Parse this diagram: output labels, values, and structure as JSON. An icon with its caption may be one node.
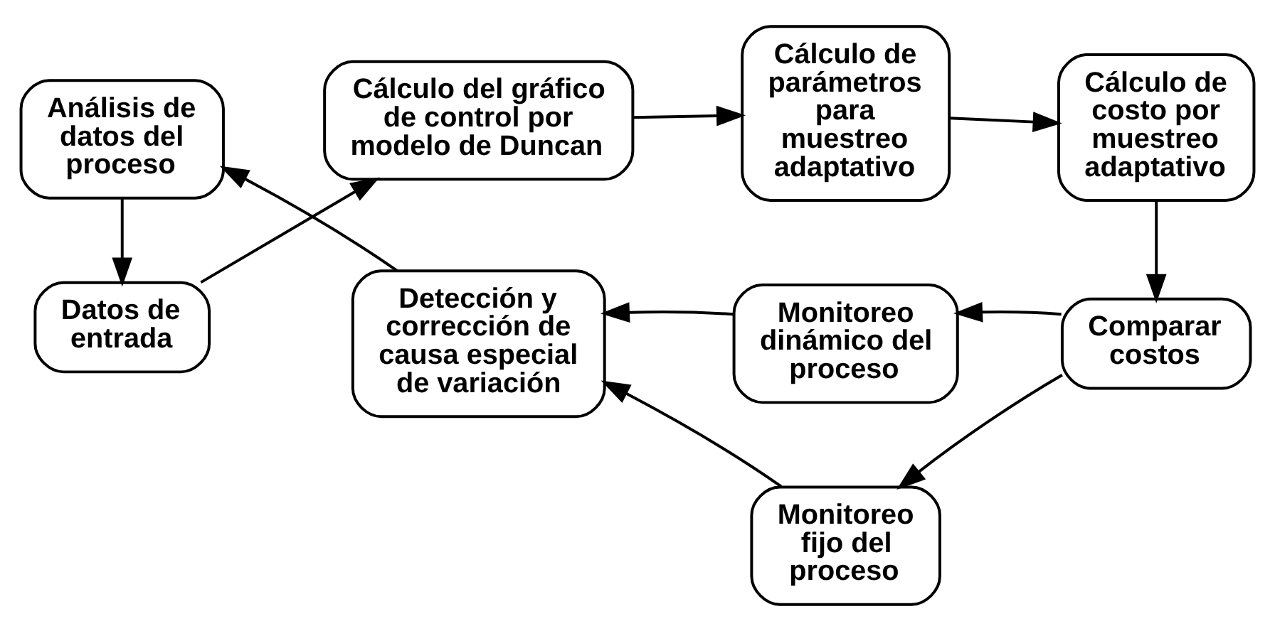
{
  "diagram": {
    "nodes": [
      {
        "text": [
          "Datos de entrada"
        ]
      },
      {
        "text": [
          "Cálculo del gráfico de control por modelo de Duncan"
        ]
      },
      {
        "text": [
          "Cálculo de parámetros para muestreo adaptativo"
        ]
      },
      {
        "text": [
          "Cálculo de costo por muestreo adaptativo"
        ]
      },
      {
        "text": [
          "Monitoreo fijo del proceso"
        ]
      },
      {
        "text": [
          "Monitoreo dinámico del proceso"
        ]
      },
      {
        "text": [
          "Comparar costos"
        ]
      },
      {
        "text": [
          "Detección y corrección de causa especial de variación"
        ]
      },
      {
        "text": [
          "Análisis de datos del proceso"
        ]
      }
    ],
    "edges": [
      {
        "from": 0,
        "to": 1,
        "arrow": "to"
      },
      {
        "from": 1,
        "to": 2,
        "arrow": "to"
      },
      {
        "from": 2,
        "to": 3,
        "arrow": "to"
      },
      {
        "from": 3,
        "to": 6,
        "arrow": "to"
      },
      {
        "from": 6,
        "to": 4,
        "arrow": "to"
      },
      {
        "from": 6,
        "to": 5,
        "arrow": "to"
      },
      {
        "from": 4,
        "to": 7,
        "arrow": "to"
      },
      {
        "from": 5,
        "to": 7,
        "arrow": "to"
      },
      {
        "from": 7,
        "to": 8,
        "arrow": "to"
      },
      {
        "from": 8,
        "to": 0,
        "arrow": "to"
      }
    ]
  }
}
